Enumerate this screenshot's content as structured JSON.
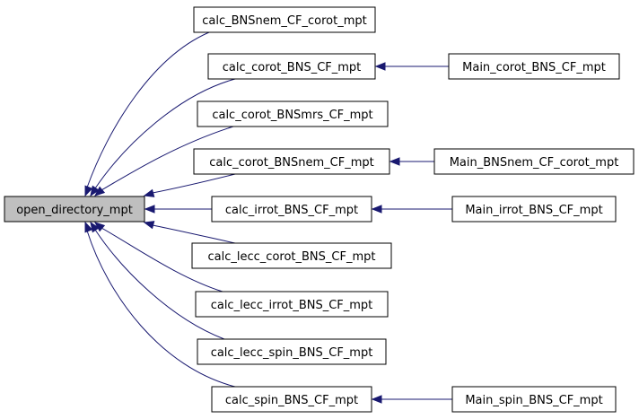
{
  "diagram": {
    "root": {
      "id": "root",
      "label": "open_directory_mpt"
    },
    "callers": [
      {
        "id": "c1",
        "label": "calc_BNSnem_CF_corot_mpt"
      },
      {
        "id": "c2",
        "label": "calc_corot_BNS_CF_mpt"
      },
      {
        "id": "c3",
        "label": "calc_corot_BNSmrs_CF_mpt"
      },
      {
        "id": "c4",
        "label": "calc_corot_BNSnem_CF_mpt"
      },
      {
        "id": "c5",
        "label": "calc_irrot_BNS_CF_mpt"
      },
      {
        "id": "c6",
        "label": "calc_lecc_corot_BNS_CF_mpt"
      },
      {
        "id": "c7",
        "label": "calc_lecc_irrot_BNS_CF_mpt"
      },
      {
        "id": "c8",
        "label": "calc_lecc_spin_BNS_CF_mpt"
      },
      {
        "id": "c9",
        "label": "calc_spin_BNS_CF_mpt"
      }
    ],
    "mains": [
      {
        "id": "m1",
        "label": "Main_corot_BNS_CF_mpt"
      },
      {
        "id": "m2",
        "label": "Main_BNSnem_CF_corot_mpt"
      },
      {
        "id": "m3",
        "label": "Main_irrot_BNS_CF_mpt"
      },
      {
        "id": "m4",
        "label": "Main_spin_BNS_CF_mpt"
      }
    ],
    "edges": [
      {
        "from": "c1",
        "to": "root"
      },
      {
        "from": "c2",
        "to": "root"
      },
      {
        "from": "c3",
        "to": "root"
      },
      {
        "from": "c4",
        "to": "root"
      },
      {
        "from": "c5",
        "to": "root"
      },
      {
        "from": "c6",
        "to": "root"
      },
      {
        "from": "c7",
        "to": "root"
      },
      {
        "from": "c8",
        "to": "root"
      },
      {
        "from": "c9",
        "to": "root"
      },
      {
        "from": "m1",
        "to": "c2"
      },
      {
        "from": "m2",
        "to": "c4"
      },
      {
        "from": "m3",
        "to": "c5"
      },
      {
        "from": "m4",
        "to": "c9"
      }
    ],
    "colors": {
      "edge": "#191970",
      "root_fill": "#bfbfbf",
      "node_fill": "#ffffff",
      "border": "#000000"
    }
  }
}
